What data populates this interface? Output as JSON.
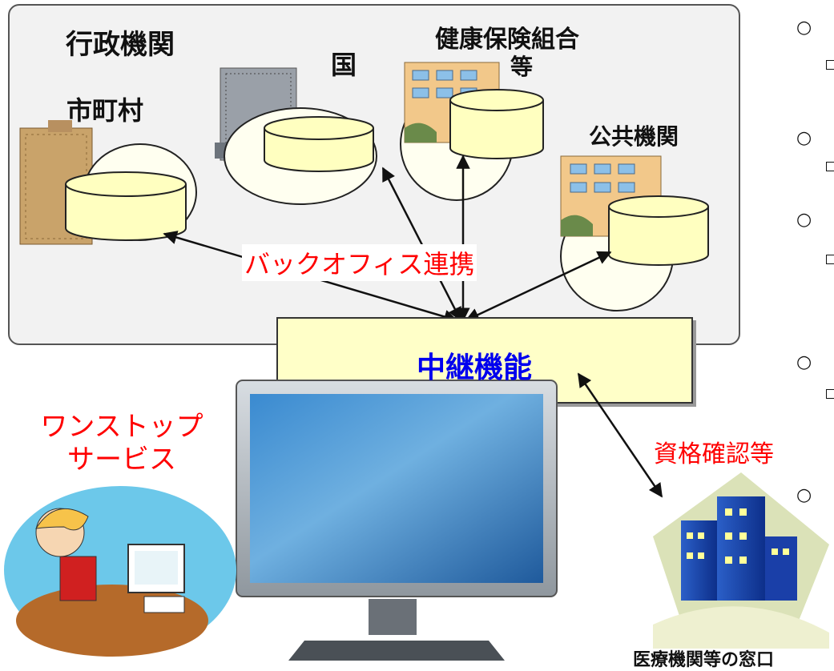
{
  "panel": {
    "title": "行政機関",
    "orgs": {
      "municipality": "市町村",
      "national": "国",
      "insurer": "健康保険組合",
      "insurer_suffix": "等",
      "public": "公共機関"
    },
    "backoffice_label": "バックオフィス連携"
  },
  "relay": {
    "label": "中継機能"
  },
  "one_stop": {
    "line1": "ワンストップ",
    "line2": "サービス"
  },
  "qualification_label": "資格確認等",
  "medical_window_label": "医療機関等の窓口",
  "right_column": {
    "bullet_mark": "○"
  },
  "colors": {
    "red": "#ff0000",
    "blue": "#0000ee",
    "db_fill": "#ffffc0",
    "ellipse_fill": "#fffff0"
  }
}
